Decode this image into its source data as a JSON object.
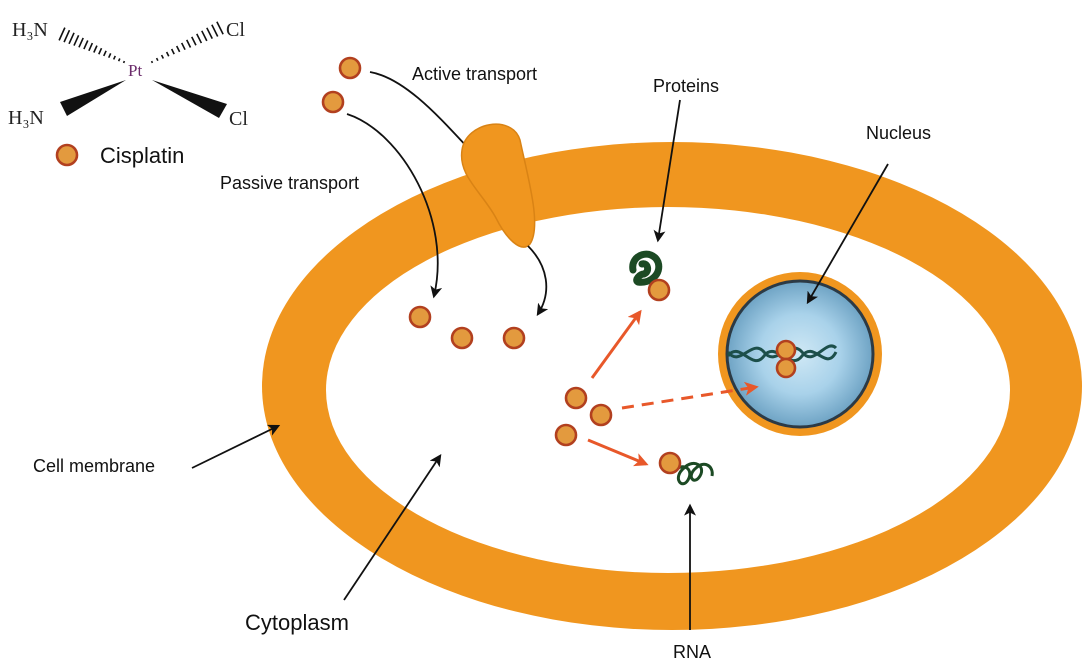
{
  "structure": {
    "top_left_group": "H₃N",
    "bottom_left_group": "H₃N",
    "top_right_group": "Cl",
    "bottom_right_group": "Cl",
    "metal": "Pt"
  },
  "legend": {
    "label": "Cisplatin"
  },
  "labels": {
    "active_transport": "Active transport",
    "passive_transport": "Passive transport",
    "proteins": "Proteins",
    "nucleus": "Nucleus",
    "cell_membrane": "Cell membrane",
    "cytoplasm": "Cytoplasm",
    "rna": "RNA"
  },
  "colors": {
    "membrane": "#f0961f",
    "dot_fill": "#e39a3e",
    "dot_stroke": "#b2401f",
    "red_arrow": "#e8582a",
    "dna": "#1c4f4a",
    "protein": "#1c4a24",
    "nucleus_center": "#cfe8f5",
    "nucleus_edge": "#6ea3c4"
  }
}
